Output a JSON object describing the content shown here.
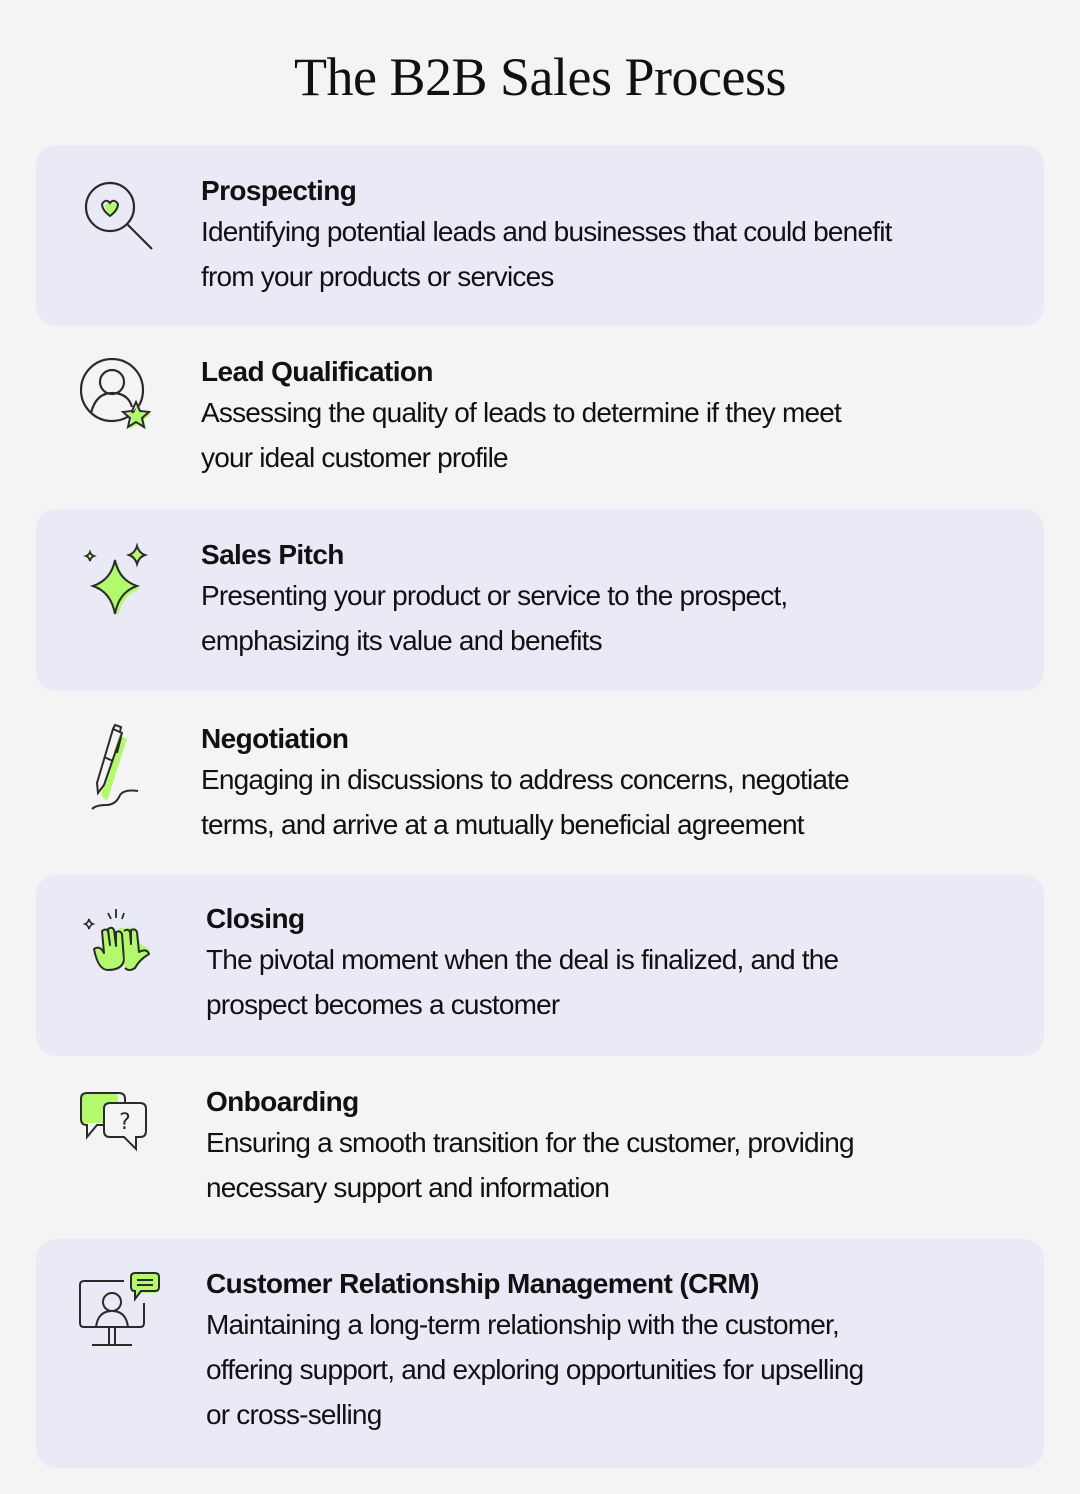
{
  "title": "The B2B Sales Process",
  "colors": {
    "background": "#f4f4f4",
    "card": "#eaeaf7",
    "accent_green": "#b2f96e",
    "stroke": "#2b2b2b",
    "text": "#111111"
  },
  "steps": [
    {
      "icon": "magnifier-heart-icon",
      "heading": "Prospecting",
      "line1": "Identifying potential leads and businesses that could benefit",
      "line2": "from your products or services",
      "line3": ""
    },
    {
      "icon": "user-star-icon",
      "heading": "Lead Qualification",
      "line1": "Assessing the quality of leads to determine if they meet",
      "line2": "your ideal customer profile",
      "line3": ""
    },
    {
      "icon": "sparkles-icon",
      "heading": "Sales Pitch",
      "line1": "Presenting your product or service to the prospect,",
      "line2": "emphasizing its value and benefits",
      "line3": ""
    },
    {
      "icon": "pen-signature-icon",
      "heading": "Negotiation",
      "line1": "Engaging in discussions to address concerns, negotiate",
      "line2": "terms, and arrive at a mutually beneficial agreement",
      "line3": ""
    },
    {
      "icon": "high-five-icon",
      "heading": "Closing",
      "line1": "The pivotal moment when the deal is finalized, and the",
      "line2": "prospect becomes a customer",
      "line3": ""
    },
    {
      "icon": "chat-question-icon",
      "heading": "Onboarding",
      "line1": "Ensuring a smooth transition for the customer, providing",
      "line2": "necessary support and information",
      "line3": ""
    },
    {
      "icon": "monitor-user-chat-icon",
      "heading": "Customer Relationship Management (CRM)",
      "line1": "Maintaining a long-term relationship with the customer,",
      "line2": "offering support, and exploring opportunities for upselling",
      "line3": "or cross-selling"
    }
  ]
}
